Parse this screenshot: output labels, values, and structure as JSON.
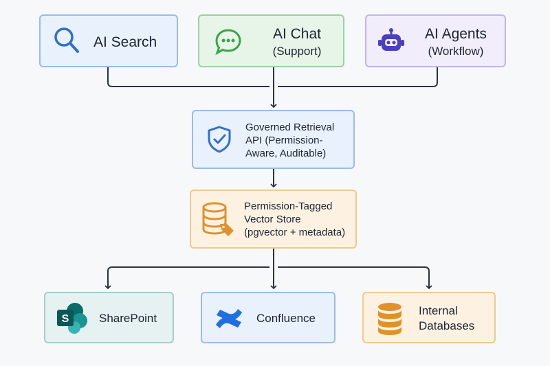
{
  "top_row": {
    "search": {
      "label": "AI Search",
      "icon": "magnifier-icon"
    },
    "chat": {
      "label": "AI Chat",
      "sub": "(Support)",
      "icon": "chat-bubble-icon"
    },
    "agents": {
      "label": "AI Agents",
      "sub": "(Workflow)",
      "icon": "robot-icon"
    }
  },
  "api": {
    "label": "Governed Retrieval API (Permission-Aware, Auditable)",
    "line1": "Governed Retrieval",
    "line2": "API (Permission-",
    "line3": "Aware, Auditable)",
    "icon": "shield-check-icon"
  },
  "store": {
    "line1": "Permission-Tagged",
    "line2": "Vector Store",
    "line3": "(pgvector + metadata)",
    "icon": "database-tag-icon"
  },
  "sources": {
    "sharepoint": {
      "label": "SharePoint",
      "icon": "sharepoint-icon"
    },
    "confluence": {
      "label": "Confluence",
      "icon": "confluence-icon"
    },
    "databases": {
      "line1": "Internal",
      "line2": "Databases",
      "icon": "database-icon"
    }
  },
  "colors": {
    "blue": "#2f6fcf",
    "green": "#3aa348",
    "purple": "#4a3fbf",
    "orange": "#e0912b",
    "teal": "#0f7b7b",
    "connector": "#2b3340"
  }
}
